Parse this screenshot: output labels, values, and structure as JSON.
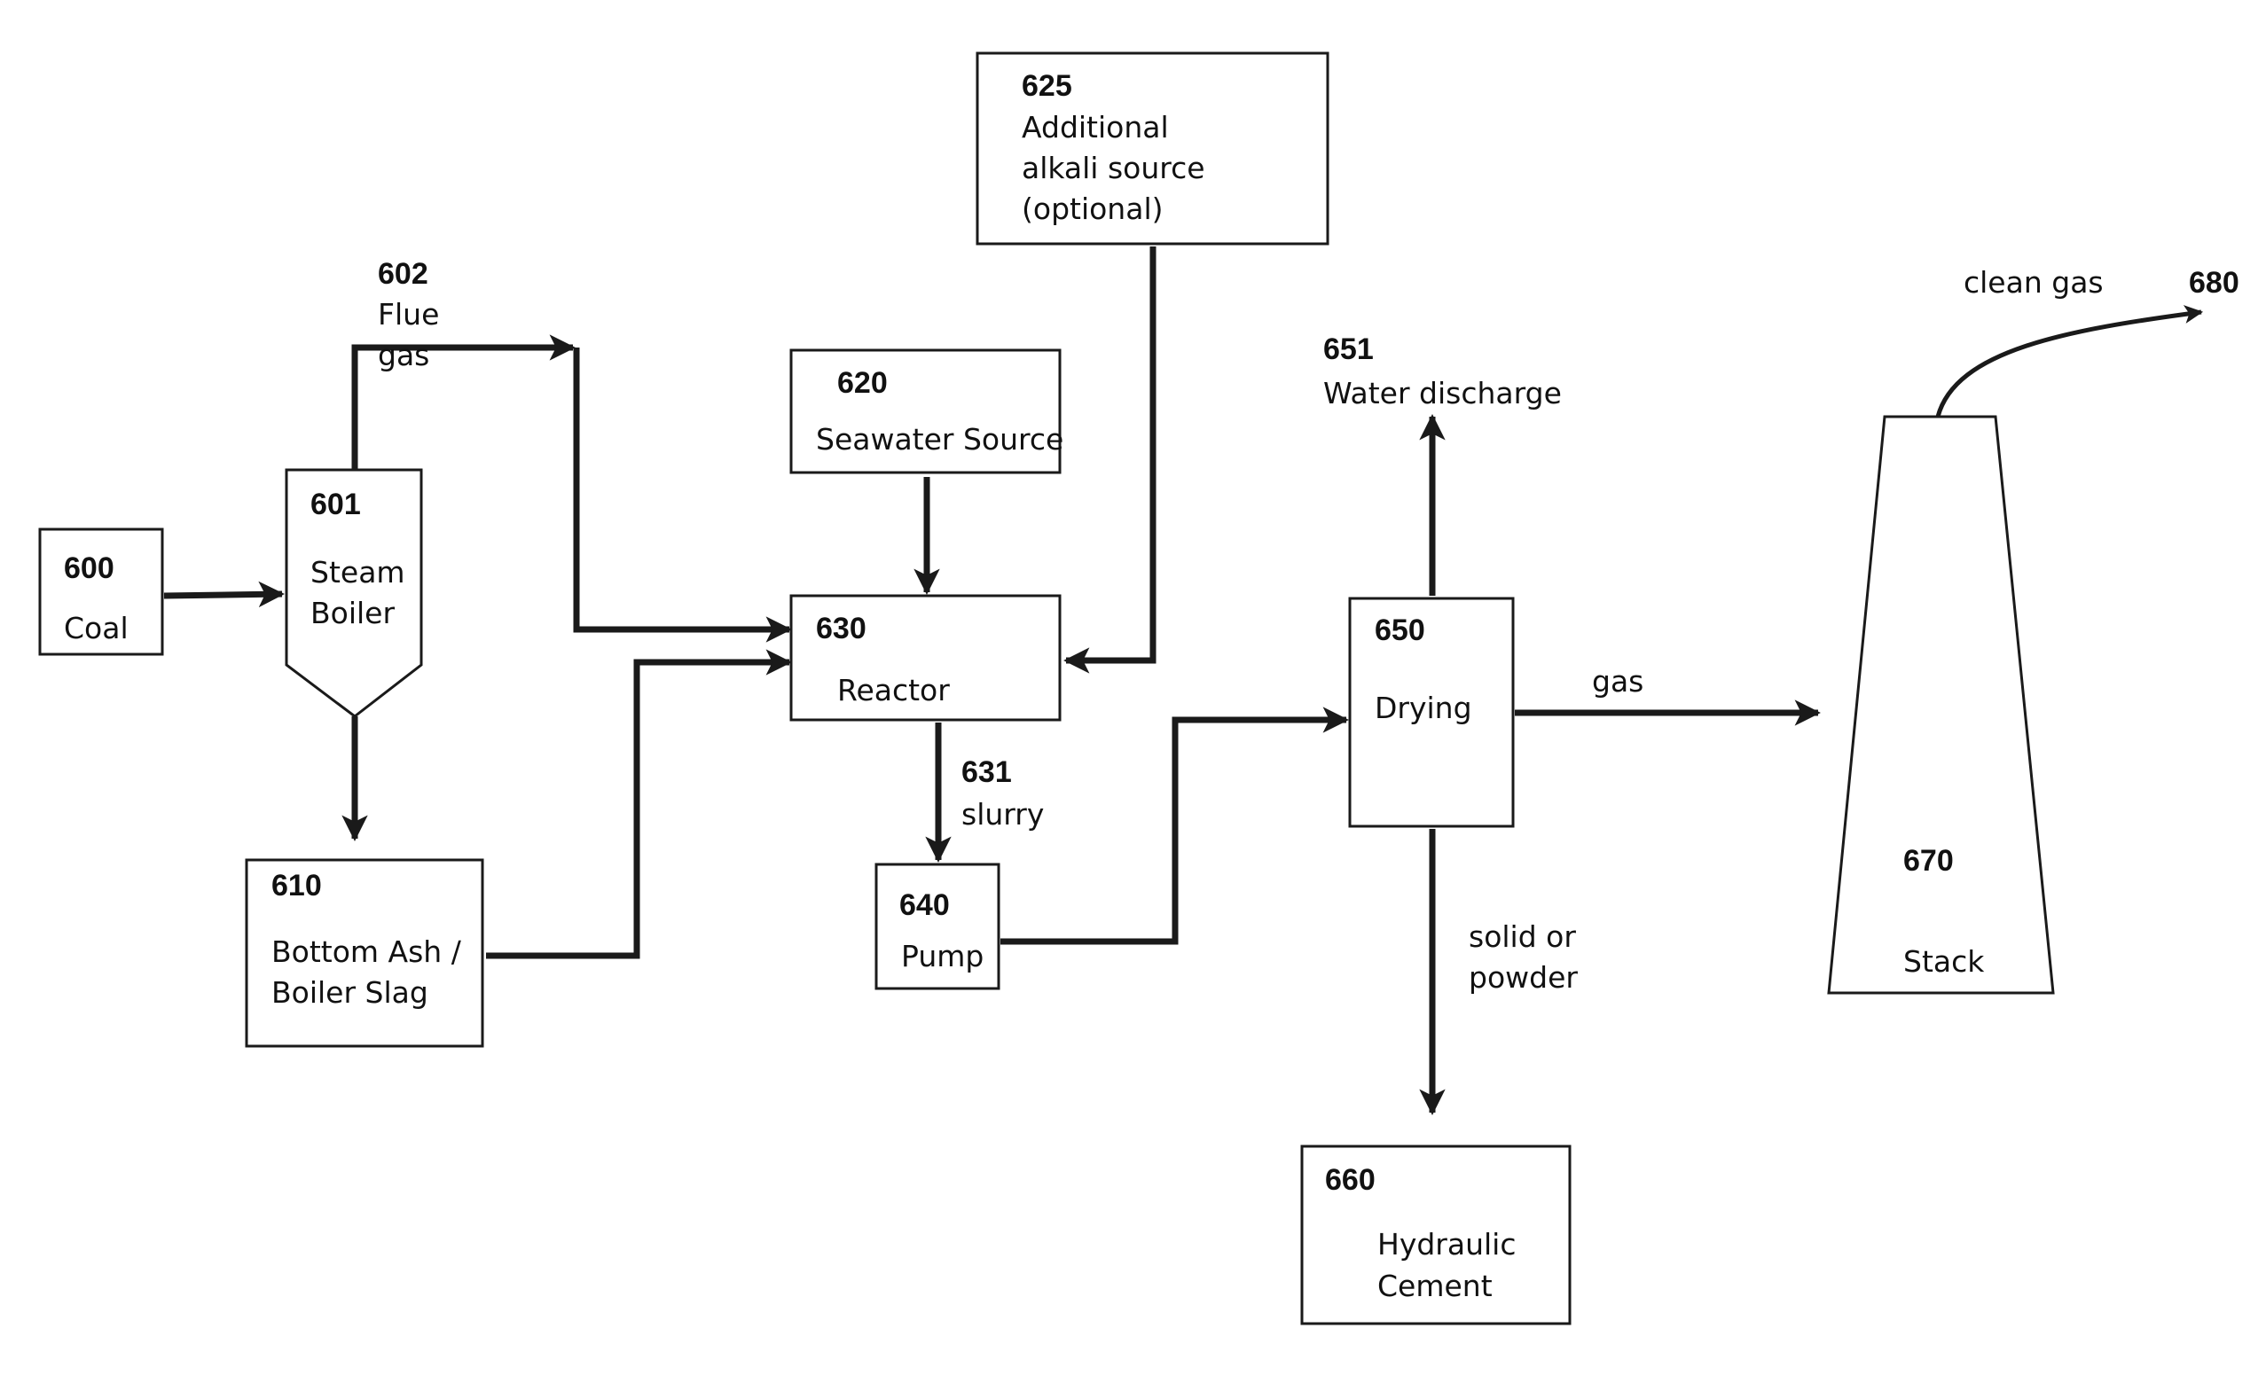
{
  "colors": {
    "line": "#1a1a1a",
    "text": "#111111",
    "background": "#ffffff"
  },
  "nodes": {
    "coal": {
      "number": "600",
      "label": "Coal"
    },
    "boiler": {
      "number": "601",
      "label_lines": [
        "Steam",
        "Boiler"
      ]
    },
    "flue_gas": {
      "number": "602",
      "label_lines": [
        "Flue",
        "gas"
      ]
    },
    "bottom_ash": {
      "number": "610",
      "label_lines": [
        "Bottom Ash /",
        "Boiler Slag"
      ]
    },
    "seawater": {
      "number": "620",
      "label": "Seawater Source"
    },
    "alkali": {
      "number": "625",
      "label_lines": [
        "Additional",
        "alkali source",
        "(optional)"
      ]
    },
    "reactor": {
      "number": "630",
      "label": "Reactor"
    },
    "slurry": {
      "number": "631",
      "label": "slurry"
    },
    "pump": {
      "number": "640",
      "label": "Pump"
    },
    "drying": {
      "number": "650",
      "label": "Drying"
    },
    "water": {
      "number": "651",
      "label": "Water discharge"
    },
    "cement": {
      "number": "660",
      "label_lines": [
        "Hydraulic",
        "Cement"
      ]
    },
    "stack": {
      "number": "670",
      "label": "Stack"
    },
    "clean_gas": {
      "number": "680",
      "label": "clean gas"
    }
  },
  "edge_labels": {
    "gas": "gas",
    "solid_lines": [
      "solid or",
      "powder"
    ]
  }
}
